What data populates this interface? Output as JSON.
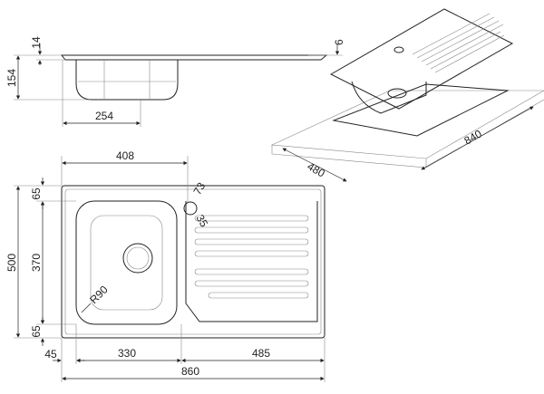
{
  "title": "Sink technical drawing",
  "side_view": {
    "depth_label": "154",
    "rim_label": "14",
    "bowl_offset_label": "254"
  },
  "plan_view": {
    "width_total": "860",
    "height_total": "500",
    "bowl_width": "330",
    "drainer_width": "485",
    "left_margin": "45",
    "top_margin": "65",
    "bowl_height": "370",
    "bottom_margin": "65",
    "tap_offset": "408",
    "tap_hole_offset": "73",
    "tap_hole_dia": "35",
    "corner_radius": "R90"
  },
  "iso_view": {
    "cutout_depth": "480",
    "cutout_width": "840",
    "rim_label": "6"
  }
}
